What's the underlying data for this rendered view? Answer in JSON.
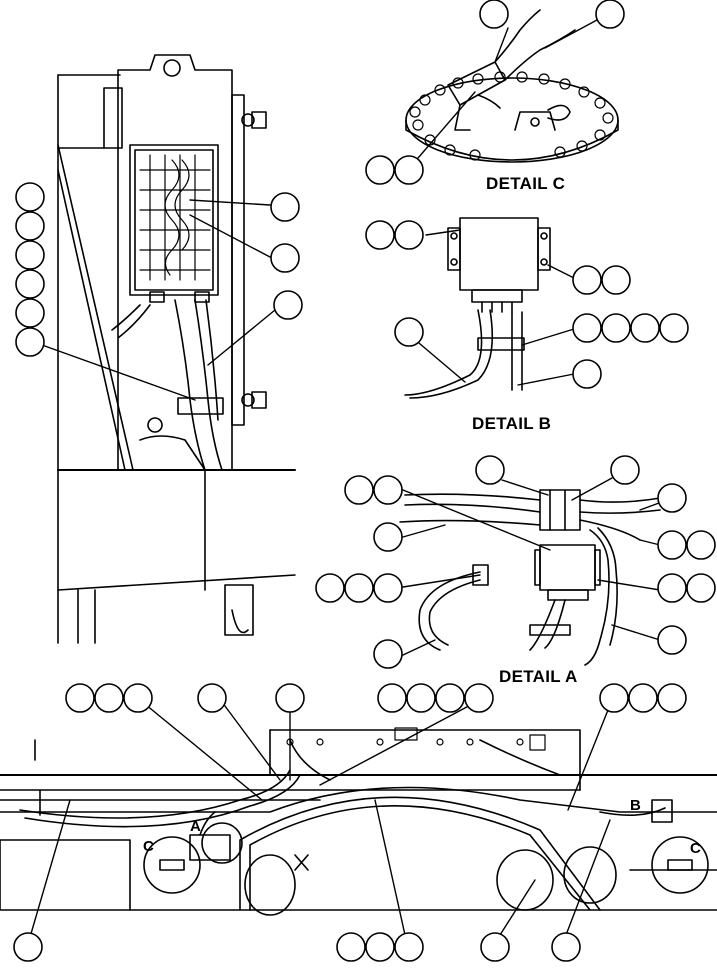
{
  "detail_labels": {
    "detail_c": "DETAIL C",
    "detail_b": "DETAIL B",
    "detail_a": "DETAIL A"
  },
  "view_letters": {
    "a": "A",
    "b": "B",
    "c_left": "C",
    "c_right": "C"
  },
  "callout_balloon_count_note": "",
  "line_color": "#000000",
  "background_color": "#ffffff"
}
